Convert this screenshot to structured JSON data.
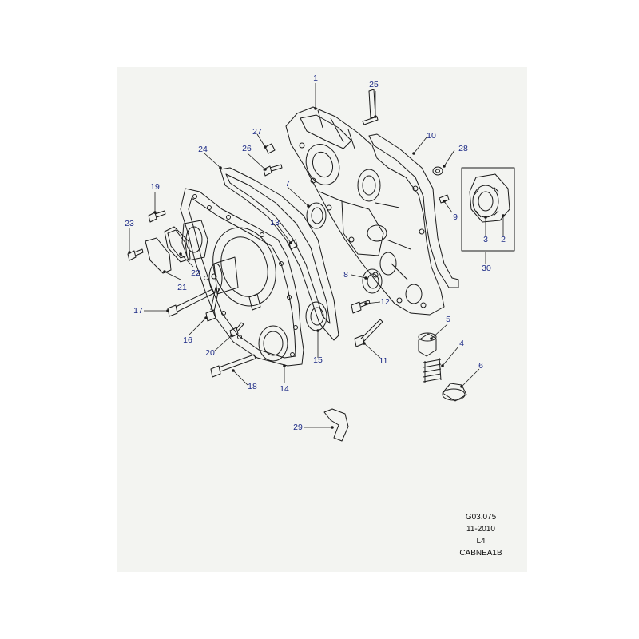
{
  "callouts": [
    "1",
    "2",
    "3",
    "4",
    "5",
    "6",
    "7",
    "8",
    "9",
    "10",
    "11",
    "12",
    "13",
    "14",
    "15",
    "16",
    "17",
    "18",
    "19",
    "20",
    "21",
    "22",
    "23",
    "24",
    "25",
    "26",
    "27",
    "28",
    "29",
    "30"
  ],
  "footer": {
    "drawing_code": "G03.075",
    "date": "11-2010",
    "variant": "L4",
    "illustration_id": "CABNEA1B"
  },
  "colors": {
    "sheet": "#f3f4f1",
    "callout_text": "#1c2a86",
    "line": "#1a1a1a"
  }
}
